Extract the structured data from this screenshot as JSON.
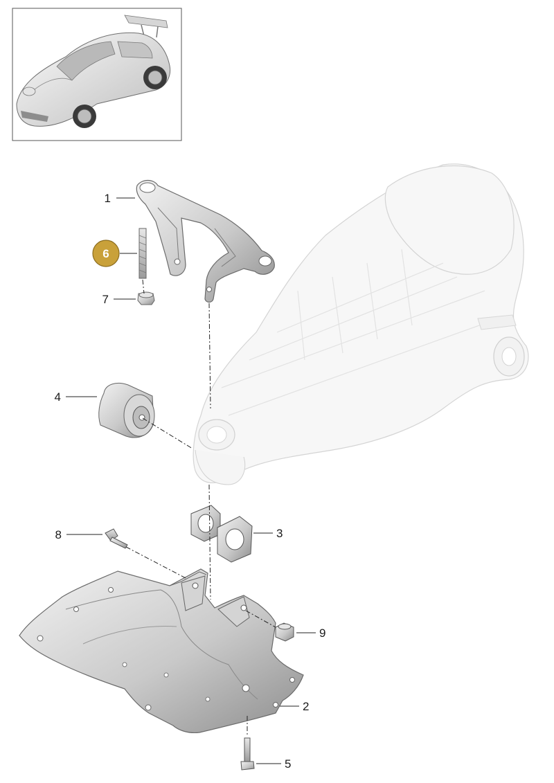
{
  "diagram": {
    "thumbnail": {
      "subject": "car-thumbnail"
    },
    "highlight_color": "#c9a13a",
    "callouts": [
      {
        "id": "c1",
        "label": "1",
        "highlighted": false
      },
      {
        "id": "c6",
        "label": "6",
        "highlighted": true
      },
      {
        "id": "c7",
        "label": "7",
        "highlighted": false
      },
      {
        "id": "c4",
        "label": "4",
        "highlighted": false
      },
      {
        "id": "c8",
        "label": "8",
        "highlighted": false
      },
      {
        "id": "c3",
        "label": "3",
        "highlighted": false
      },
      {
        "id": "c9",
        "label": "9",
        "highlighted": false
      },
      {
        "id": "c2",
        "label": "2",
        "highlighted": false
      },
      {
        "id": "c5",
        "label": "5",
        "highlighted": false
      }
    ]
  }
}
